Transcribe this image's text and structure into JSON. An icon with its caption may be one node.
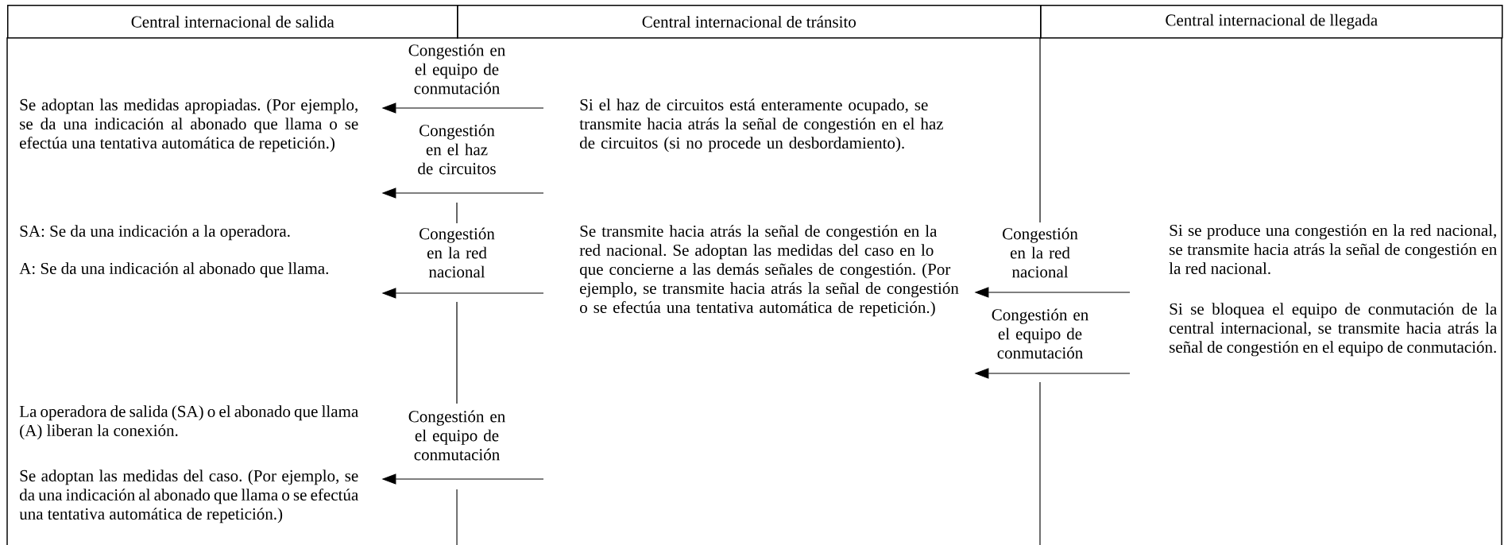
{
  "diagram": {
    "nodes": [
      {
        "text": [
          "Central internacional de salida"
        ]
      },
      {
        "text": [
          "Central internacional de tránsito"
        ]
      },
      {
        "text": [
          "Central internacional de llegada"
        ]
      },
      {
        "text": [
          "Se adoptan las medidas apropiadas. (Por ejemplo, se da una indicación al abonado que llama o se efectúa una tentativa automática de repetición.)"
        ]
      },
      {
        "text": [
          "Si el haz de circuitos está enteramente ocupado, se transmite hacia atrás la señal de congestión en el haz de circuitos (si no procede un desbordamiento)."
        ]
      },
      {
        "text": [
          "SA: Se da una indicación a la operadora.",
          "A: Se da una indicación al abonado que llama."
        ]
      },
      {
        "text": [
          "Se transmite hacia atrás la señal de congestión en la red nacional. Se adoptan las medidas del caso en lo que concierne a las demás señales de congestión. (Por ejemplo, se transmite hacia atrás la señal de congestión o se efectúa una tentativa automática de repetición.)"
        ]
      },
      {
        "text": [
          "Si se produce una congestión en la red nacional, se transmite hacia atrás la señal de congestión en la red nacional.",
          "Si se bloquea el equipo de conmutación de la central internacional, se transmite hacia atrás la señal de congestión en el equipo de conmutación."
        ]
      },
      {
        "text": [
          "La operadora de salida (SA) o el abonado que llama (A) liberan la conexión.",
          "Se adoptan las medidas del caso. (Por ejemplo, se da una indicación al abonado que llama o se efectúa una tentativa automática de repetición.)"
        ]
      }
    ],
    "edges": [
      {
        "from": 4,
        "to": 3,
        "arrow": "to",
        "label": "Congestión en el equipo de conmutación"
      },
      {
        "from": null,
        "to": 3,
        "arrow": "to",
        "label": "Congestión en el haz de circuitos"
      },
      {
        "from": 6,
        "to": 5,
        "arrow": "to",
        "label": "Congestión en la red nacional"
      },
      {
        "from": 7,
        "to": 6,
        "arrow": "to",
        "label": "Congestión en la red nacional"
      },
      {
        "from": 7,
        "to": 6,
        "arrow": "to",
        "label": "Congestión en el equipo de conmutación"
      },
      {
        "from": null,
        "to": 8,
        "arrow": "to",
        "label": "Congestión en el equipo de conmutación"
      }
    ]
  }
}
